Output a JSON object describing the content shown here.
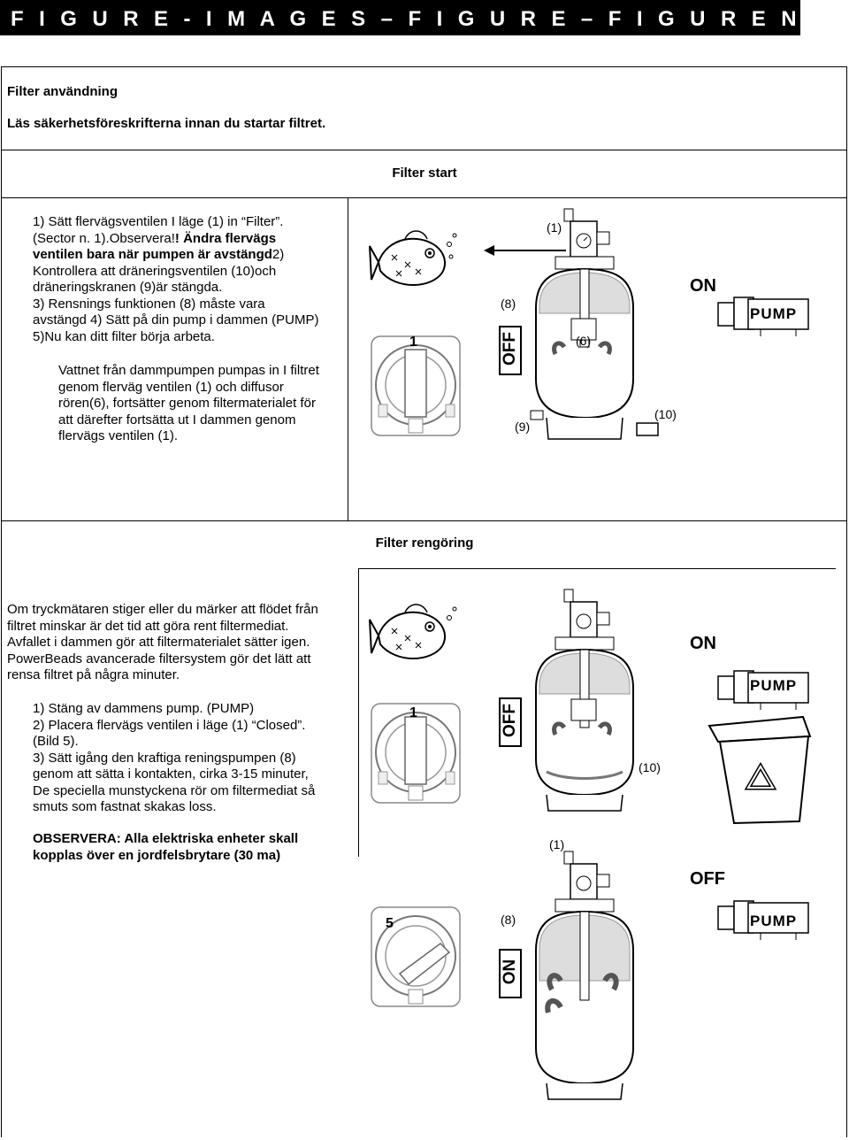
{
  "header": {
    "banner": "F I G U R E - I M A G E S – F I G U R E – F I G U R E N - F I G U R A S"
  },
  "intro": {
    "title": "Filter användning",
    "safety": "Läs säkerhetsföreskrifterna innan du startar filtret."
  },
  "start": {
    "heading": "Filter start",
    "steps_line1": "1) Sätt flervägsventilen I läge (1) in “Filter”.",
    "steps_line2_a": "(Sector n. 1).Observera!",
    "steps_line2_b": "! Ändra flervägs",
    "steps_line3": "ventilen bara när pumpen är avstängd",
    "steps_line3_b": "2)",
    "steps_line4": "Kontrollera att dräneringsventilen (10)och",
    "steps_line5": "dräneringskranen (9)är stängda.",
    "steps_line6": "3) Rensnings funktionen (8)  måste vara",
    "steps_line7": "avstängd 4) Sätt på din pump i dammen (PUMP)",
    "steps_line8": "5)Nu kan ditt filter börja arbeta.",
    "flow_text": "Vattnet från dammpumpen pumpas in I filtret genom flerväg ventilen (1) och diffusor rören(6), fortsätter genom filtermaterialet för att därefter fortsätta ut I dammen genom flervägs ventilen (1).",
    "flow_lines": [
      "Vattnet från dammpumpen pumpas in I filtret",
      "genom flerväg ventilen (1) och diffusor",
      "rören(6), fortsätter genom filtermaterialet för",
      "att därefter fortsätta ut I dammen genom",
      "flervägs ventilen (1)."
    ],
    "figure": {
      "valve_number": "1",
      "off_label": "OFF",
      "label_1": "(1)",
      "label_8": "(8)",
      "label_6": "(6)",
      "label_9": "(9)",
      "label_10": "(10)",
      "on_label": "ON",
      "pump_label": "PUMP"
    }
  },
  "cleaning": {
    "heading": "Filter rengöring",
    "intro_lines": [
      "Om tryckmätaren stiger eller du märker att flödet från",
      "filtret minskar är det tid att göra rent filtermediat.",
      "Avfallet i dammen gör att filtermaterialet sätter igen.",
      "PowerBeads avancerade filtersystem gör det lätt att",
      "rensa filtret på några minuter."
    ],
    "step_lines": [
      "1) Stäng av dammens pump. (PUMP)",
      "2) Placera flervägs ventilen i läge (1) “Closed”.",
      "(Bild 5).",
      "3) Sätt igång den kraftiga reningspumpen (8)",
      "genom att sätta i kontakten, cirka 3-15 minuter,",
      "De speciella munstyckena rör om filtermediat så",
      "smuts som fastnat skakas loss."
    ],
    "warning_lines": [
      "OBSERVERA: Alla elektriska enheter skall",
      "kopplas över en jordfelsbrytare (30 ma)"
    ],
    "figure_a": {
      "valve_number": "1",
      "off_label": "OFF",
      "on_label": "ON",
      "pump_label": "PUMP",
      "label_10": "(10)"
    },
    "figure_b": {
      "valve_number": "5",
      "on_label": "ON",
      "label_1": "(1)",
      "label_8": "(8)",
      "off_label": "OFF",
      "pump_label": "PUMP"
    }
  }
}
